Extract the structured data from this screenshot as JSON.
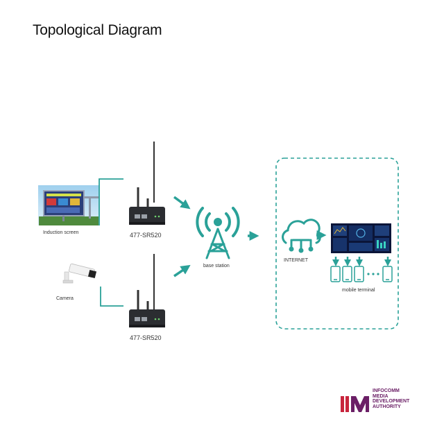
{
  "title": "Topological Diagram",
  "devices": {
    "induction_screen_label": "Induction screen",
    "camera_label": "Camera",
    "router_top_label": "477-SR520",
    "router_bottom_label": "477-SR520",
    "base_station_label": "base station",
    "internet_label": "INTERNET",
    "mobile_terminal_label": "mobile terminal"
  },
  "logo": {
    "lines": [
      "INFOCOMM",
      "MEDIA",
      "DEVELOPMENT",
      "AUTHORITY"
    ]
  },
  "colors": {
    "accent": "#2aa198",
    "logo_red": "#c8243c",
    "logo_purple": "#6b1f66",
    "router_body": "#2b2d31"
  }
}
